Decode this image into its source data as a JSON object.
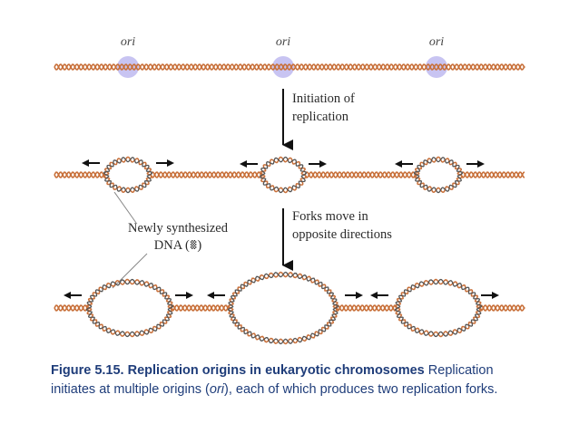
{
  "diagram": {
    "ori_labels": [
      "ori",
      "ori",
      "ori"
    ],
    "step1": [
      "Initiation of",
      "replication"
    ],
    "step2": [
      "Forks move in",
      "opposite directions"
    ],
    "callout": [
      "Newly synthesized",
      "DNA (␨)"
    ],
    "colors": {
      "parental": "#c8703a",
      "new_strand": "#555555",
      "ori_highlight": "#c8c4f2",
      "arrow": "#111111"
    }
  },
  "caption": {
    "bold": "Figure 5.15. Replication origins in eukaryotic chromosomes",
    "text1": " Replication initiates at multiple origins (",
    "ori_word": "ori",
    "text2": "), each of which produces two replication forks."
  }
}
